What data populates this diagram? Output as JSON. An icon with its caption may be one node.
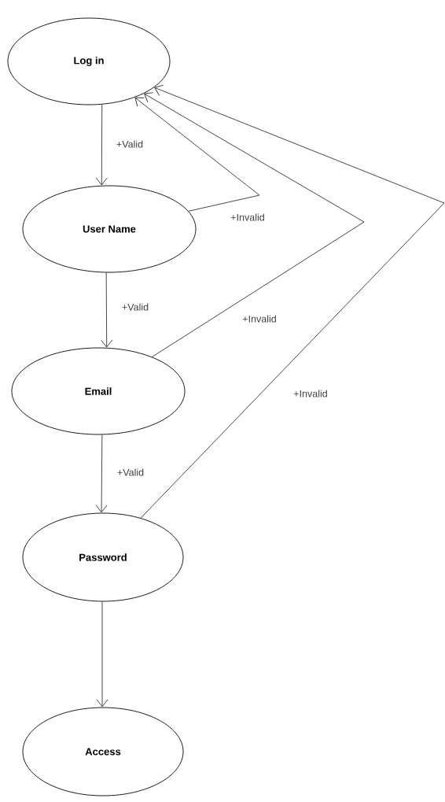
{
  "diagram": {
    "nodes": [
      {
        "text": [
          "Log in"
        ]
      },
      {
        "text": [
          "User Name"
        ]
      },
      {
        "text": [
          "Email"
        ]
      },
      {
        "text": [
          "Password"
        ]
      },
      {
        "text": [
          "Access"
        ]
      }
    ],
    "edges": [
      {
        "from": 0,
        "to": 1,
        "arrow": "to",
        "label": "+Valid"
      },
      {
        "from": 1,
        "to": 2,
        "arrow": "to",
        "label": "+Valid"
      },
      {
        "from": 2,
        "to": 3,
        "arrow": "to",
        "label": "+Valid"
      },
      {
        "from": 3,
        "to": 4,
        "arrow": "to"
      },
      {
        "from": 1,
        "to": 0,
        "arrow": "to",
        "label": "+Invalid"
      },
      {
        "from": 2,
        "to": 0,
        "arrow": "to",
        "label": "+Invalid"
      },
      {
        "from": 3,
        "to": 0,
        "arrow": "to",
        "label": "+Invalid"
      }
    ]
  }
}
